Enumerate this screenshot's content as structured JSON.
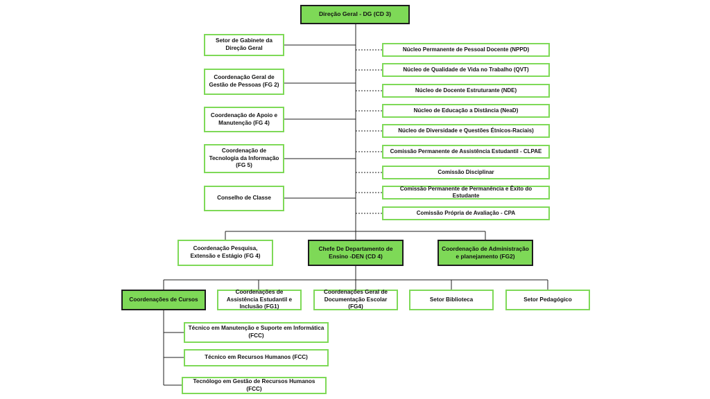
{
  "colors": {
    "accent_green": "#7ed957",
    "line": "#1c1c1c",
    "box_border_dark": "#1c1c1c"
  },
  "root": "Direção Geral - DG (CD 3)",
  "left_units": [
    "Setor de Gabinete da Direção Geral",
    "Coordenação Geral de Gestão de Pessoas (FG 2)",
    "Coordenação de Apoio e Manutenção (FG 4)",
    "Coordenação de Tecnologia da Informação (FG 5)",
    "Conselho de Classe"
  ],
  "right_units": [
    "Núcleo Permanente de Pessoal Docente (NPPD)",
    "Núcleo de Qualidade de Vida no Trabalho (QVT)",
    "Núcleo de Docente Estruturante (NDE)",
    "Núcleo de Educação a Distância (NeaD)",
    "Núcleo de Diversidade e Questões Étnicos-Raciais)",
    "Comissão Permanente de Assistência Estudantil - CLPAE",
    "Comissão Disciplinar",
    "Comissão Permanente de Permanência e Êxito do Estudante",
    "Comissão Própria de Avaliação - CPA"
  ],
  "level2": [
    "Coordenação Pesquisa, Extensão e Estágio (FG 4)",
    "Chefe De Departamento de Ensino -DEN (CD 4)",
    "Coordenação de Administração e planejamento (FG2)"
  ],
  "level3": [
    "Coordenações de Cursos",
    "Coordenações de Assistência Estudantil e Inclusão (FG1)",
    "Coordenações Geral de Documentação Escolar (FG4)",
    "Setor Biblioteca",
    "Setor Pedagógico"
  ],
  "courses": [
    "Técnico em Manutenção e Suporte em Informática (FCC)",
    "Técnico em Recursos Humanos (FCC)",
    "Tecnólogo em Gestão de Recursos Humanos (FCC)"
  ]
}
